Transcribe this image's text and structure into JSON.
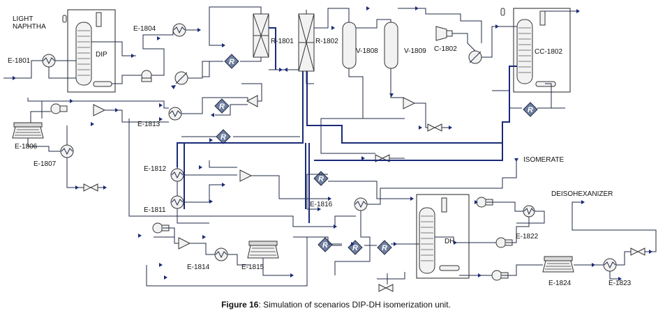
{
  "labels": {
    "light_naphtha_1": "LIGHT",
    "light_naphtha_2": "NAPHTHA",
    "e1801": "E-1801",
    "dip": "DIP",
    "e1804": "E-1804",
    "r1801": "R-1801",
    "r1802": "R-1802",
    "v1808": "V-1808",
    "v1809": "V-1809",
    "c1802": "C-1802",
    "cc1802": "CC-1802",
    "e1806": "E-1806",
    "e1807": "E-1807",
    "e1813": "E-1813",
    "e1812": "E-1812",
    "e1811": "E-1811",
    "e1816": "E-1816",
    "isomerate": "ISOMERATE",
    "deisohexanizer": "DEISOHEXANIZER",
    "dh": "DH",
    "e1822": "E-1822",
    "e1814": "E-1814",
    "e1815": "E-1815",
    "e1824": "E-1824",
    "e1823": "E-1823",
    "recycle": "R"
  },
  "caption": {
    "figure": "Figure 16",
    "text": ": Simulation of scenarios DIP-DH isomerization unit."
  }
}
